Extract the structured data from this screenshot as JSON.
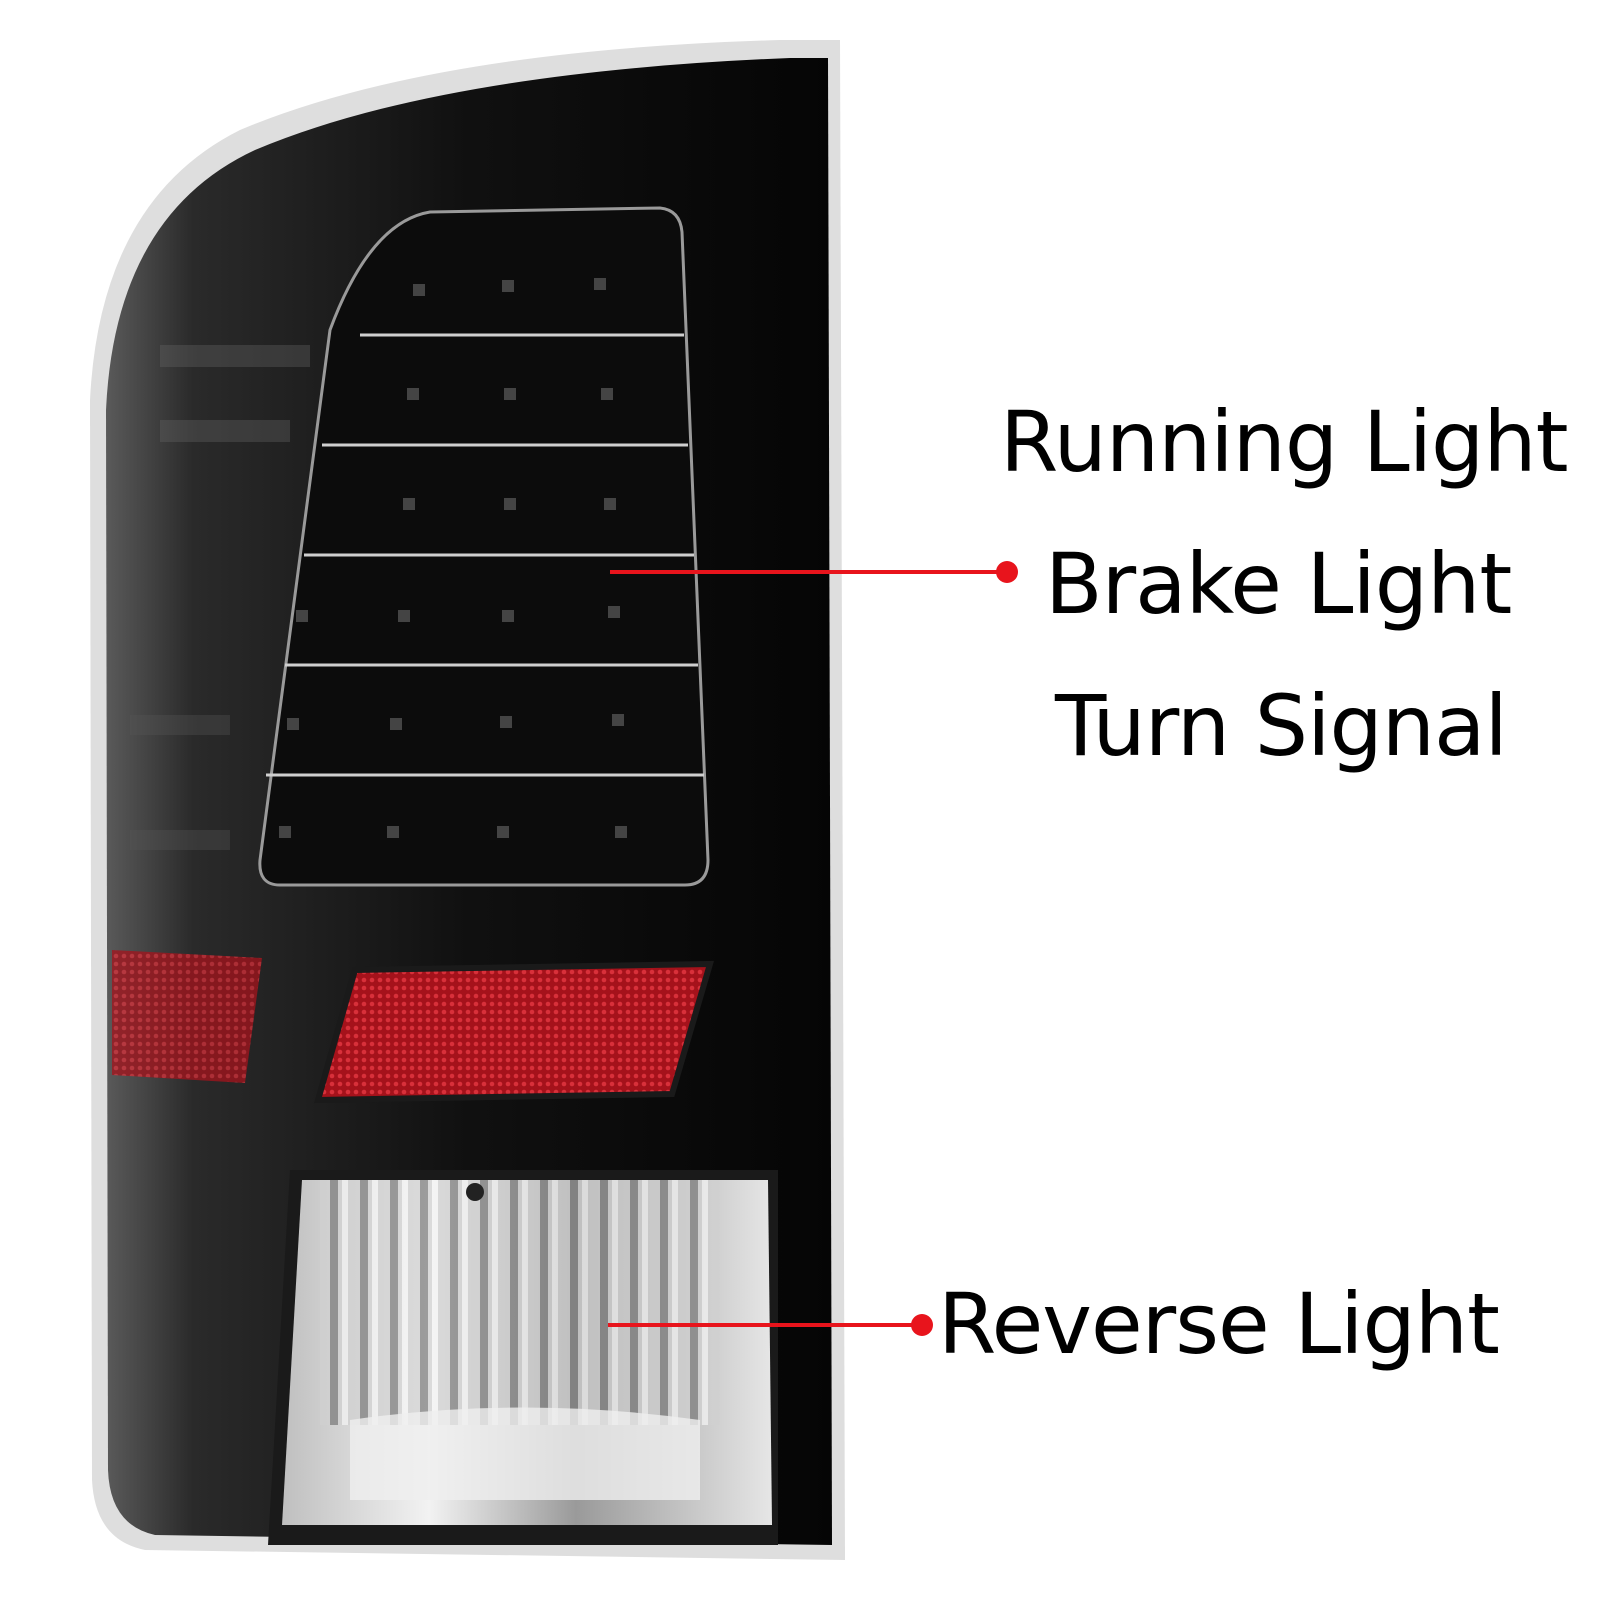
{
  "callouts": {
    "top_group": {
      "lines": [
        "Running Light",
        "Brake Light",
        "Turn Signal"
      ]
    },
    "bottom": {
      "label": "Reverse Light"
    }
  },
  "colors": {
    "callout_line": "#e8141c",
    "housing": "#111111",
    "reflector": "#b3141e",
    "clear_lens": "#d8d8d8"
  }
}
